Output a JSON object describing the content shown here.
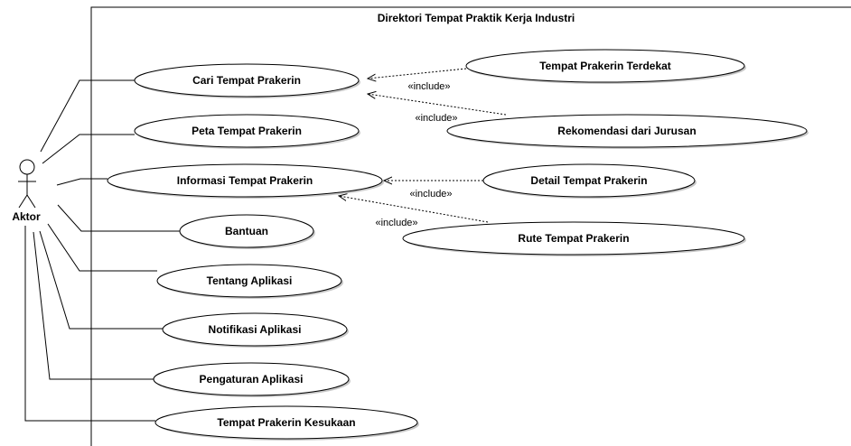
{
  "system": {
    "title": "Direktori Tempat Praktik Kerja Industri"
  },
  "actor": {
    "label": "Aktor"
  },
  "use_cases": [
    {
      "id": "cari",
      "label": "Cari Tempat Prakerin"
    },
    {
      "id": "peta",
      "label": "Peta Tempat Prakerin"
    },
    {
      "id": "informasi",
      "label": "Informasi Tempat Prakerin"
    },
    {
      "id": "bantuan",
      "label": "Bantuan"
    },
    {
      "id": "tentang",
      "label": "Tentang Aplikasi"
    },
    {
      "id": "notifikasi",
      "label": "Notifikasi Aplikasi"
    },
    {
      "id": "pengaturan",
      "label": "Pengaturan Aplikasi"
    },
    {
      "id": "kesukaan",
      "label": "Tempat Prakerin Kesukaan"
    },
    {
      "id": "terdekat",
      "label": "Tempat Prakerin Terdekat"
    },
    {
      "id": "rekomendasi",
      "label": "Rekomendasi dari Jurusan"
    },
    {
      "id": "detail",
      "label": "Detail Tempat Prakerin"
    },
    {
      "id": "rute",
      "label": "Rute Tempat Prakerin"
    }
  ],
  "includes": [
    {
      "from": "terdekat",
      "to": "cari",
      "label": "«include»"
    },
    {
      "from": "rekomendasi",
      "to": "cari",
      "label": "«include»"
    },
    {
      "from": "detail",
      "to": "informasi",
      "label": "«include»"
    },
    {
      "from": "rute",
      "to": "informasi",
      "label": "«include»"
    }
  ]
}
